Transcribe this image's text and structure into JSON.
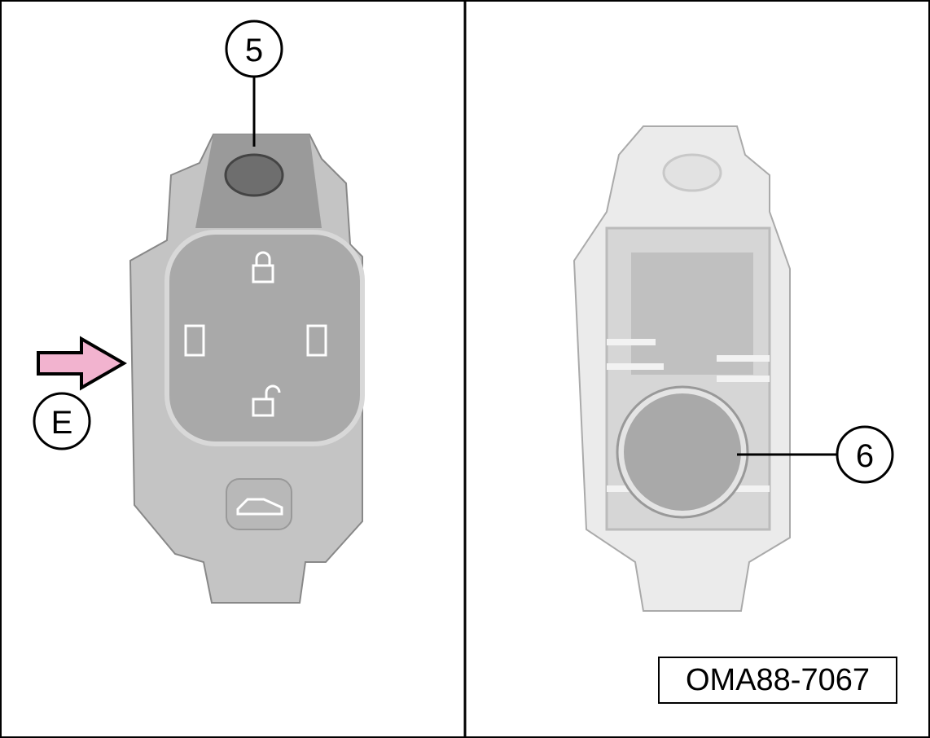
{
  "callouts": {
    "c5": "5",
    "cE": "E",
    "c6": "6"
  },
  "figure_code": "OMA88-7067",
  "colors": {
    "arrow": "#f2b3cf",
    "body": "#bdbdbd",
    "panel": "#a8a8a8",
    "frame": "#ebebeb"
  }
}
